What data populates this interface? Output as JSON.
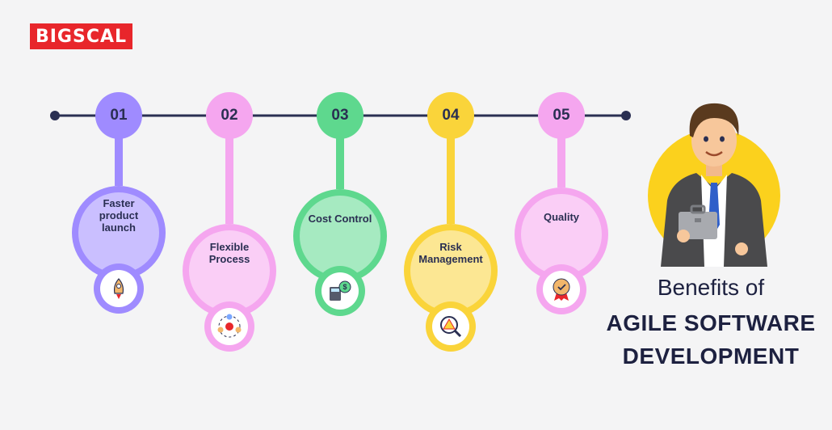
{
  "brand": {
    "name": "BIGSCAL"
  },
  "steps": [
    {
      "number": "01",
      "label": "Faster product launch",
      "color": "#9f8bff",
      "icon": "rocket-icon"
    },
    {
      "number": "02",
      "label": "Flexible Process",
      "color": "#f5a6ef",
      "icon": "gear-cycle-icon"
    },
    {
      "number": "03",
      "label": "Cost Control",
      "color": "#5ed88e",
      "icon": "calculator-money-icon"
    },
    {
      "number": "04",
      "label": "Risk Management",
      "color": "#fad43a",
      "icon": "warning-search-icon"
    },
    {
      "number": "05",
      "label": "Quality",
      "color": "#f5a6ef",
      "icon": "badge-icon"
    }
  ],
  "heading": {
    "line1": "Benefits of",
    "line2": "AGILE SOFTWARE",
    "line3": "DEVELOPMENT"
  },
  "colors": {
    "timeline": "#2a2f52",
    "accent_circle": "#fbd11d"
  }
}
